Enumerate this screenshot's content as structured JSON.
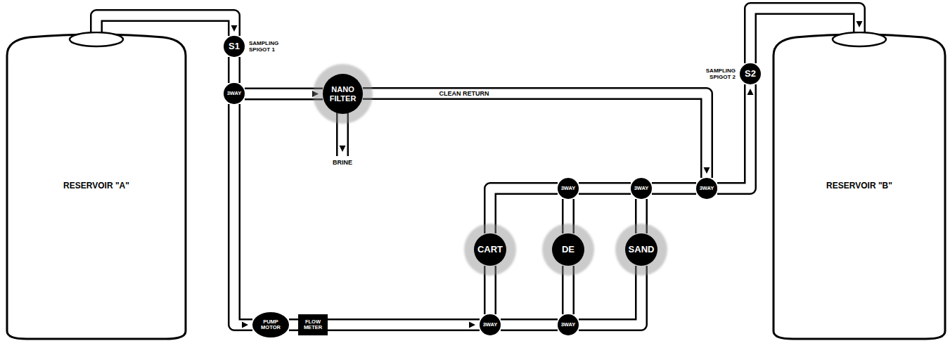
{
  "diagram": {
    "nodes": [
      {
        "text": [
          "RESERVOIR \"A\""
        ]
      },
      {
        "text": [
          "S1",
          "SAMPLING SPIGOT 1"
        ]
      },
      {
        "text": [
          "3WAY"
        ]
      },
      {
        "text": [
          "NANO FILTER"
        ]
      },
      {
        "text": [
          "PUMP MOTOR"
        ]
      },
      {
        "text": [
          "FLOW METER"
        ]
      },
      {
        "text": [
          "3WAY"
        ]
      },
      {
        "text": [
          "3WAY"
        ]
      },
      {
        "text": [
          "CART"
        ]
      },
      {
        "text": [
          "DE"
        ]
      },
      {
        "text": [
          "SAND"
        ]
      },
      {
        "text": [
          "3WAY"
        ]
      },
      {
        "text": [
          "3WAY"
        ]
      },
      {
        "text": [
          "3WAY"
        ]
      },
      {
        "text": [
          "S2",
          "SAMPLING SPIGOT 2"
        ]
      },
      {
        "text": [
          "RESERVOIR \"B\""
        ]
      }
    ],
    "edges": [
      {
        "from": 0,
        "to": 1,
        "arrow": "to"
      },
      {
        "from": 1,
        "to": 2,
        "arrow": "none"
      },
      {
        "from": 2,
        "to": 3,
        "arrow": "to"
      },
      {
        "from": 2,
        "to": 4,
        "arrow": "to"
      },
      {
        "from": 4,
        "to": 5,
        "arrow": "none"
      },
      {
        "from": 5,
        "to": 6,
        "arrow": "to"
      },
      {
        "from": 6,
        "to": 8,
        "arrow": "none"
      },
      {
        "from": 6,
        "to": 7,
        "arrow": "none"
      },
      {
        "from": 7,
        "to": 9,
        "arrow": "none"
      },
      {
        "from": 7,
        "to": 10,
        "arrow": "none"
      },
      {
        "from": 8,
        "to": 11,
        "arrow": "none"
      },
      {
        "from": 9,
        "to": 11,
        "arrow": "none"
      },
      {
        "from": 11,
        "to": 12,
        "arrow": "none"
      },
      {
        "from": 10,
        "to": 12,
        "arrow": "none"
      },
      {
        "from": 12,
        "to": 13,
        "arrow": "none"
      },
      {
        "from": 3,
        "to": 13,
        "label": "CLEAN RETURN",
        "arrow": "to"
      },
      {
        "from": 13,
        "to": 14,
        "arrow": "to"
      },
      {
        "from": 14,
        "to": 15,
        "arrow": "to"
      }
    ],
    "labels": [
      "BRINE"
    ]
  }
}
